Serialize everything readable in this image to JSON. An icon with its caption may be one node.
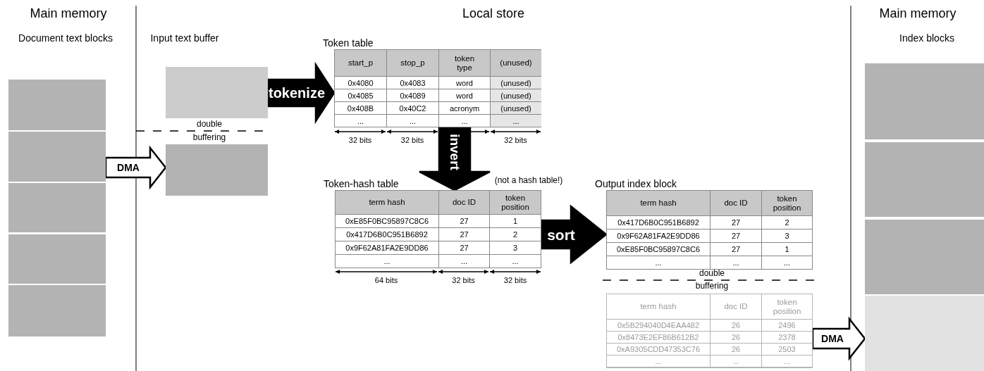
{
  "diagram": {
    "nodes": [
      {
        "text": [],
        "shape": "box"
      },
      {
        "text": [],
        "shape": "box"
      },
      {
        "text": [],
        "shape": "box"
      },
      {
        "text": [],
        "shape": "box"
      },
      {
        "text": [],
        "shape": "box"
      },
      {
        "text": [],
        "shape": "box"
      },
      {
        "text": [],
        "shape": "box"
      },
      {
        "text": [
          "Token table",
          "start_p",
          "stop_p",
          "token type",
          "(unused)",
          "0x4080",
          "0x4083",
          "word",
          "(unused)",
          "0x4085",
          "0x4089",
          "word",
          "(unused)",
          "0x408B",
          "0x40C2",
          "acronym",
          "(unused)",
          "...",
          "...",
          "...",
          "..."
        ],
        "beside": [
          "32 bits",
          "32 bits",
          "32 bits"
        ]
      },
      {
        "text": [
          "Token-hash table",
          "term hash",
          "doc ID",
          "token position",
          "0xE85F0BC95897C8C6",
          "27",
          "1",
          "0x417D6B0C951B6892",
          "27",
          "2",
          "0x9F62A81FA2E9DD86",
          "27",
          "3",
          "...",
          "...",
          "..."
        ],
        "beside": [
          "64 bits",
          "32 bits",
          "32 bits"
        ]
      },
      {
        "text": [
          "Output index block",
          "term hash",
          "doc ID",
          "token position",
          "0x417D6B0C951B6892",
          "27",
          "2",
          "0x9F62A81FA2E9DD86",
          "27",
          "3",
          "0xE85F0BC95897C8C6",
          "27",
          "1",
          "...",
          "...",
          "..."
        ]
      },
      {
        "text": [
          "term hash",
          "doc ID",
          "token position",
          "0x5B294040D4EAA482",
          "26",
          "2496",
          "0x8473E2EF86B612B2",
          "26",
          "2378",
          "0xA9305CDD47353C76",
          "26",
          "2503",
          "...",
          "...",
          "..."
        ]
      },
      {
        "text": [],
        "shape": "box"
      },
      {
        "text": [],
        "shape": "box"
      },
      {
        "text": [],
        "shape": "box"
      },
      {
        "text": [],
        "shape": "box"
      }
    ],
    "edges": [
      {
        "from": 5,
        "to": 7,
        "arrow": "to",
        "label": "tokenize"
      },
      {
        "from": 7,
        "to": 8,
        "arrow": "to",
        "label": "invert"
      },
      {
        "from": 8,
        "to": 9,
        "arrow": "to",
        "label": "sort"
      },
      {
        "from": 1,
        "to": 6,
        "arrow": "to",
        "label": "DMA",
        "color": "#ffffff"
      },
      {
        "from": 10,
        "to": 14,
        "arrow": "to",
        "label": "DMA",
        "color": "#ffffff"
      }
    ],
    "labels": [
      "Main memory",
      "Document text blocks",
      "Local store",
      "Input text buffer",
      "double",
      "buffering",
      "(not a hash table!)",
      "double",
      "buffering",
      "Main memory",
      "Index blocks"
    ]
  }
}
